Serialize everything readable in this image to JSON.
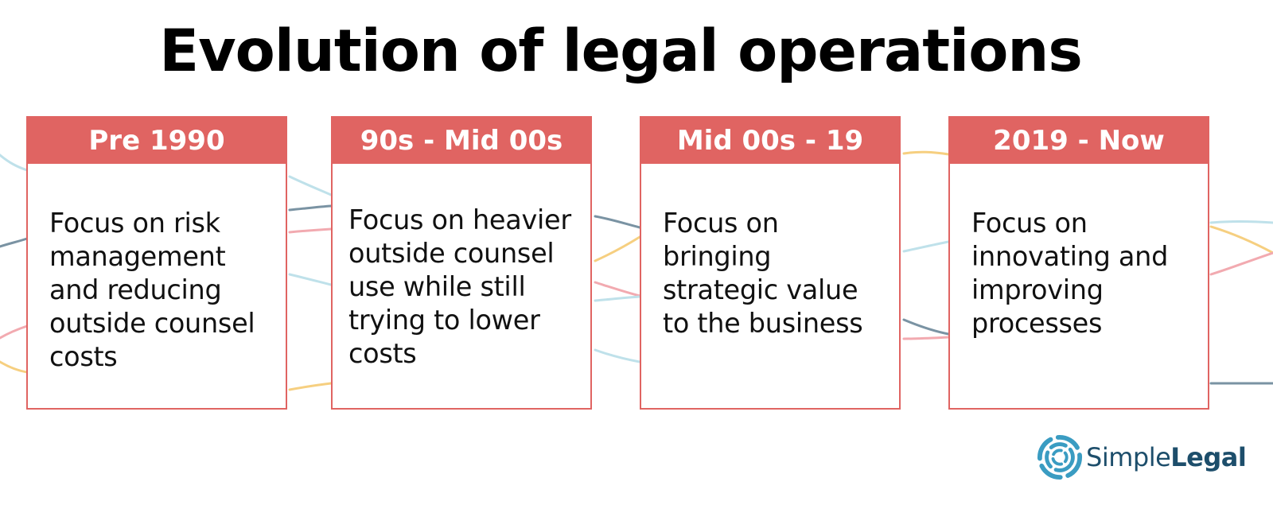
{
  "title": "Evolution of legal operations",
  "colors": {
    "accent": "#e06462",
    "line_gray": "#7a93a3",
    "line_blue": "#bfe1ea",
    "line_pink": "#f2aab0",
    "line_yellow": "#f6cf80",
    "logo_blue": "#3a9cc2",
    "logo_text": "#1d4e6b"
  },
  "timeline": [
    {
      "period": "Pre 1990",
      "description": "Focus on risk management and reducing outside counsel costs"
    },
    {
      "period": "90s - Mid 00s",
      "description": "Focus on heavier outside counsel use while still trying to lower costs"
    },
    {
      "period": "Mid 00s - 19",
      "description": "Focus on bringing strategic value to the business"
    },
    {
      "period": "2019 - Now",
      "description": "Focus on innovating and improving processes"
    }
  ],
  "logo": {
    "text_light": "Simple",
    "text_bold": "Legal",
    "icon": "swirl-logo-icon"
  }
}
